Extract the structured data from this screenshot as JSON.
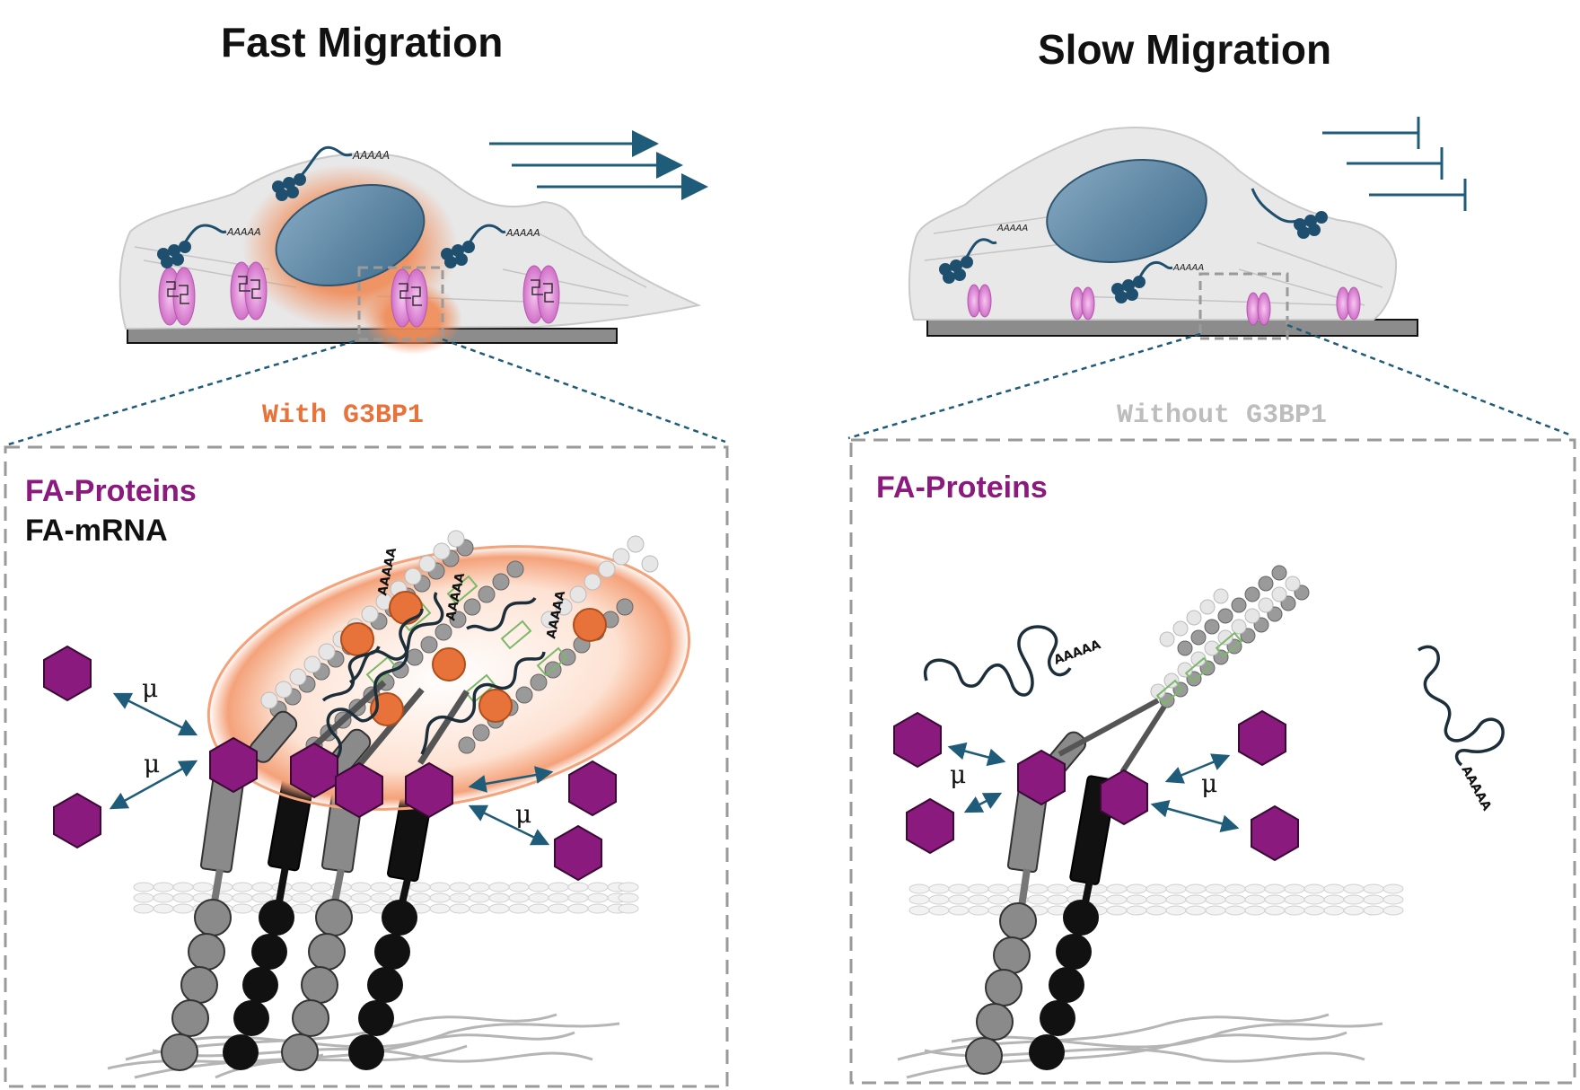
{
  "left": {
    "title": "Fast Migration",
    "condition": "With G3BP1",
    "legend_proteins": "FA-Proteins",
    "legend_mrna": "FA-mRNA",
    "polya": "AAAAA",
    "mu": "μ"
  },
  "right": {
    "title": "Slow Migration",
    "condition": "Without G3BP1",
    "legend_proteins": "FA-Proteins",
    "polya": "AAAAA",
    "mu": "μ"
  },
  "colors": {
    "fa_protein": "#8b1a7e",
    "g3bp1": "#e8733a",
    "arrow": "#1f5c7a",
    "cell": "#e8e8e8",
    "nucleus": "#5a87a6",
    "ribosome": "#1e4f6e",
    "integrin_alpha": "#8a8a8a",
    "integrin_beta": "#111111",
    "condition_absent": "#bdbdbd"
  },
  "icons": [
    "fa-protein-hexagon-icon",
    "integrin-icon",
    "ribosome-icon",
    "mrna-icon",
    "actin-filament-icon",
    "arrow-icon",
    "blocked-arrow-icon"
  ]
}
